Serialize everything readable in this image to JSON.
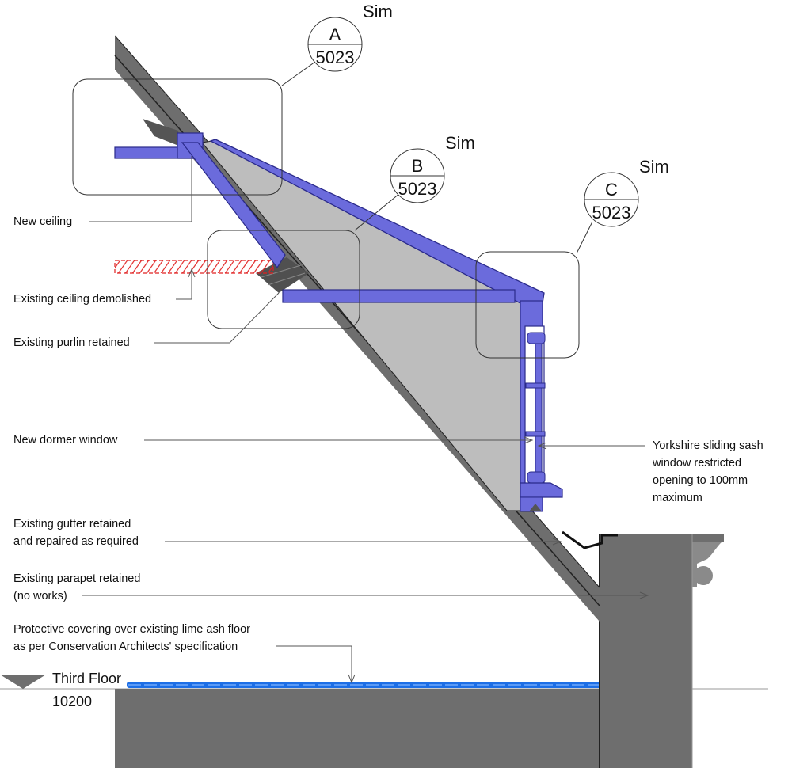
{
  "section_marks": [
    {
      "letter": "A",
      "sheet": "5023",
      "sim": "Sim"
    },
    {
      "letter": "B",
      "sheet": "5023",
      "sim": "Sim"
    },
    {
      "letter": "C",
      "sheet": "5023",
      "sim": "Sim"
    }
  ],
  "annotations": {
    "new_ceiling": "New ceiling",
    "existing_ceiling_demolished": "Existing ceiling demolished",
    "existing_purlin_retained": "Existing purlin retained",
    "new_dormer_window": "New dormer window",
    "sash_window": "Yorkshire sliding sash\nwindow restricted\nopening to 100mm\nmaximum",
    "gutter": "Existing gutter retained\nand repaired as required",
    "parapet": "Existing parapet retained\n(no works)",
    "floor_covering": "Protective covering over existing lime ash floor\nas per Conservation Architects' specification"
  },
  "level": {
    "name": "Third Floor",
    "elevation": "10200"
  },
  "colors": {
    "new_work": "#6b6bdc",
    "new_work_edge": "#2a2a8a",
    "existing_dark": "#6e6e6e",
    "existing_light": "#bdbdbd",
    "demolished": "#e02020",
    "floor_protection": "#1e6fe6"
  }
}
